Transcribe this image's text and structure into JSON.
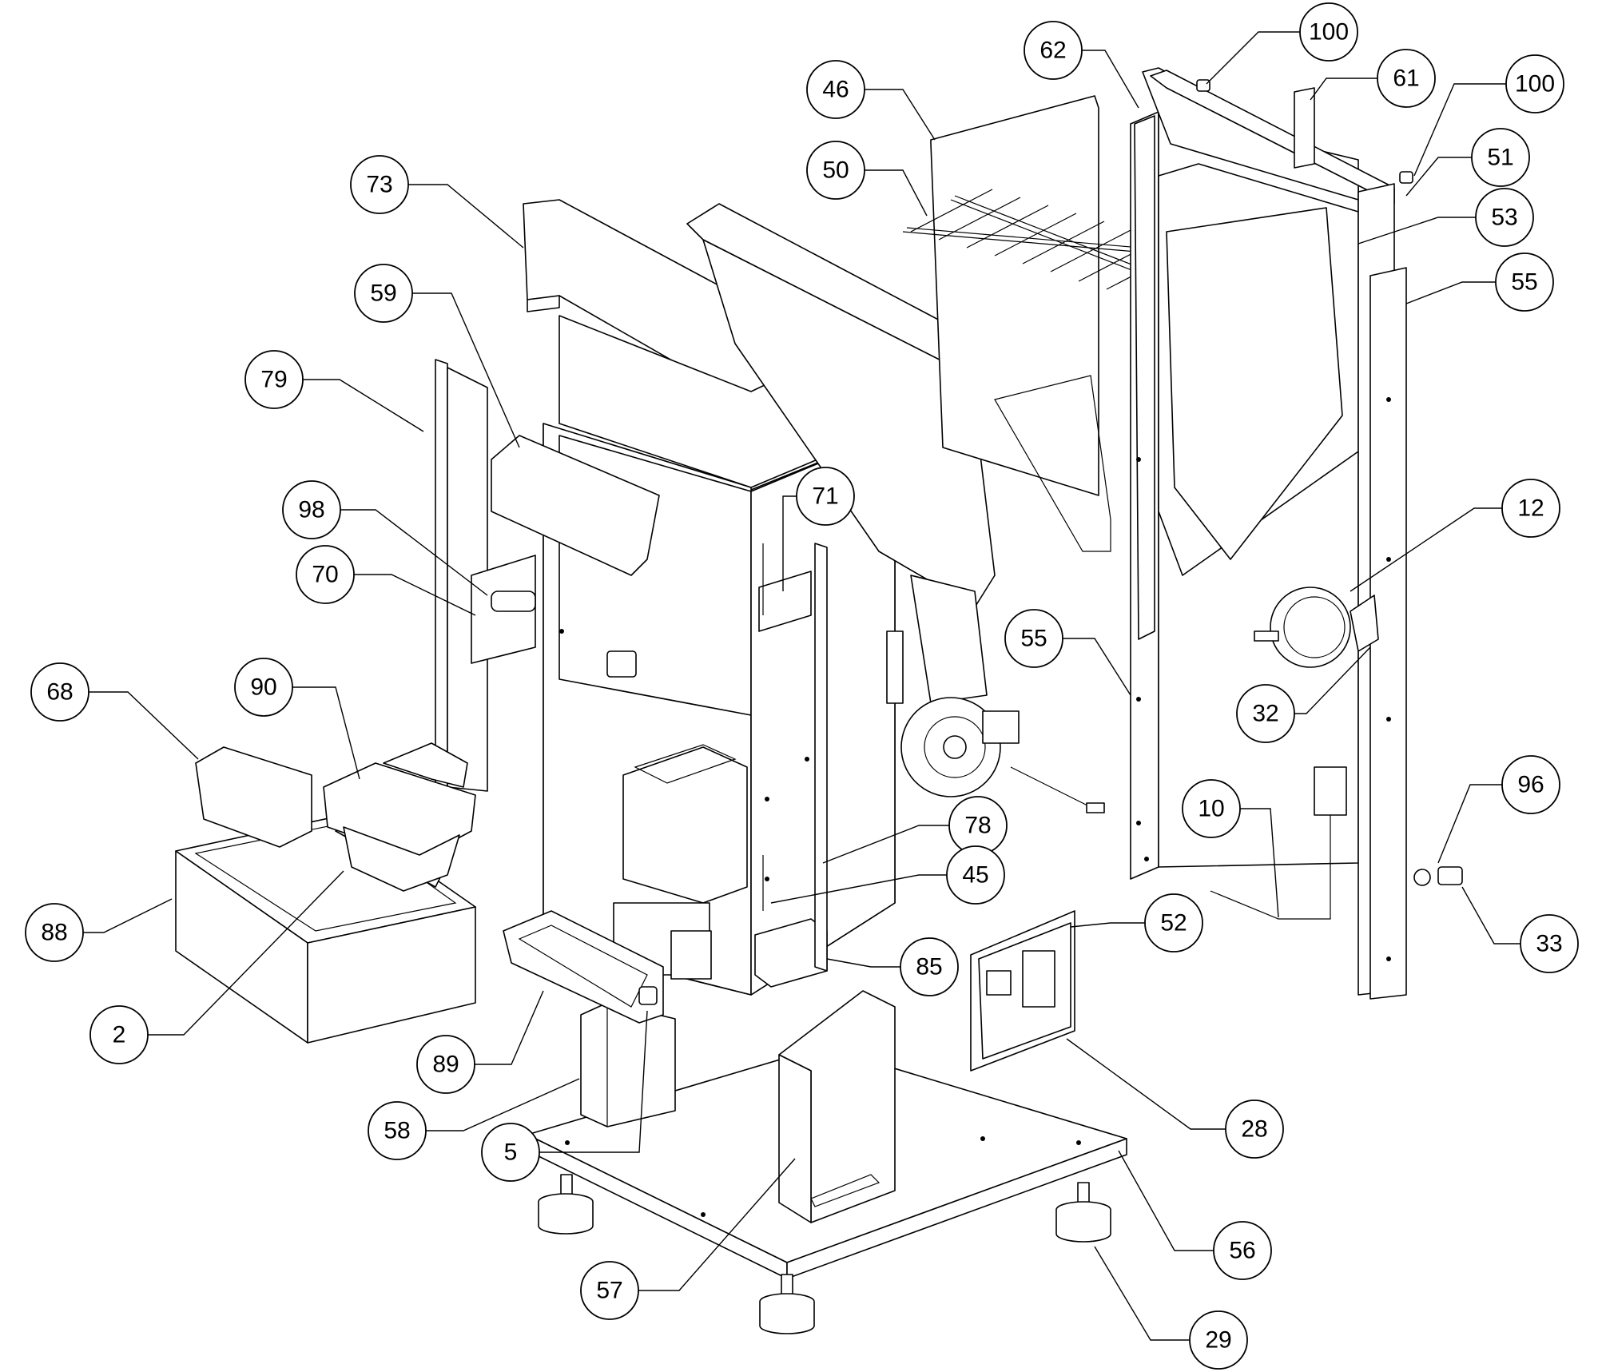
{
  "colors": {
    "line": "#000000",
    "background": "#ffffff"
  },
  "callouts": [
    {
      "label": "100"
    },
    {
      "label": "62"
    },
    {
      "label": "61"
    },
    {
      "label": "100"
    },
    {
      "label": "46"
    },
    {
      "label": "51"
    },
    {
      "label": "50"
    },
    {
      "label": "73"
    },
    {
      "label": "53"
    },
    {
      "label": "55"
    },
    {
      "label": "59"
    },
    {
      "label": "79"
    },
    {
      "label": "71"
    },
    {
      "label": "98"
    },
    {
      "label": "12"
    },
    {
      "label": "70"
    },
    {
      "label": "55"
    },
    {
      "label": "68"
    },
    {
      "label": "90"
    },
    {
      "label": "32"
    },
    {
      "label": "10"
    },
    {
      "label": "96"
    },
    {
      "label": "78"
    },
    {
      "label": "45"
    },
    {
      "label": "88"
    },
    {
      "label": "52"
    },
    {
      "label": "85"
    },
    {
      "label": "33"
    },
    {
      "label": "2"
    },
    {
      "label": "89"
    },
    {
      "label": "28"
    },
    {
      "label": "58"
    },
    {
      "label": "5"
    },
    {
      "label": "56"
    },
    {
      "label": "57"
    },
    {
      "label": "29"
    }
  ]
}
